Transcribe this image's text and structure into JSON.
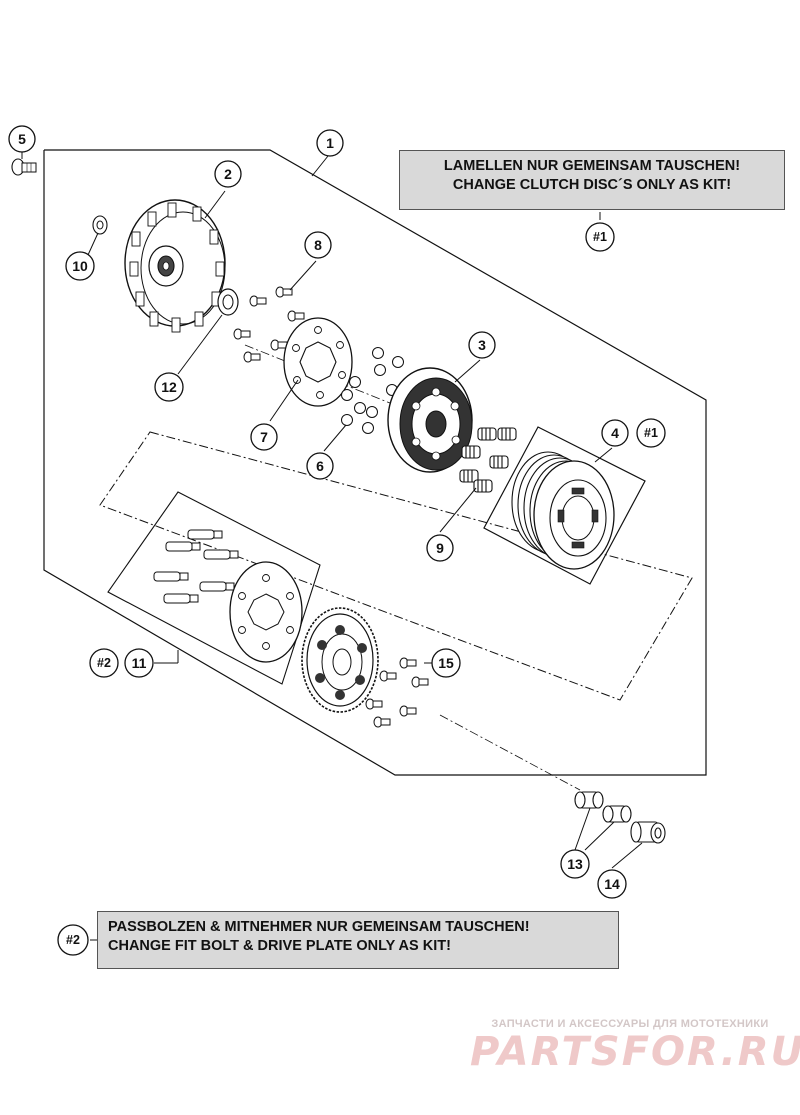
{
  "notes": {
    "kit1": {
      "line1": "LAMELLEN NUR GEMEINSAM TAUSCHEN!",
      "line2": "CHANGE CLUTCH DISC´S ONLY AS KIT!"
    },
    "kit2": {
      "line1": "PASSBOLZEN & MITNEHMER NUR GEMEINSAM TAUSCHEN!",
      "line2": "CHANGE FIT BOLT & DRIVE PLATE ONLY AS KIT!"
    }
  },
  "callouts": {
    "c1": "1",
    "c2": "2",
    "c3": "3",
    "c4": "4",
    "c5": "5",
    "c6": "6",
    "c7": "7",
    "c8": "8",
    "c9": "9",
    "c10": "10",
    "c11": "11",
    "c12": "12",
    "c13": "13",
    "c14": "14",
    "c15": "15"
  },
  "kit_marks": {
    "note1": "#1",
    "part4": "#1",
    "part11": "#2",
    "note2": "#2"
  },
  "watermark": {
    "tagline": "ЗАПЧАСТИ И АКСЕССУАРЫ ДЛЯ МОТОТЕХНИКИ",
    "brand": "PARTSFOR.RU"
  },
  "colors": {
    "line": "#111111",
    "note_bg": "#d9d9d9",
    "watermark": "#efc9c9"
  }
}
